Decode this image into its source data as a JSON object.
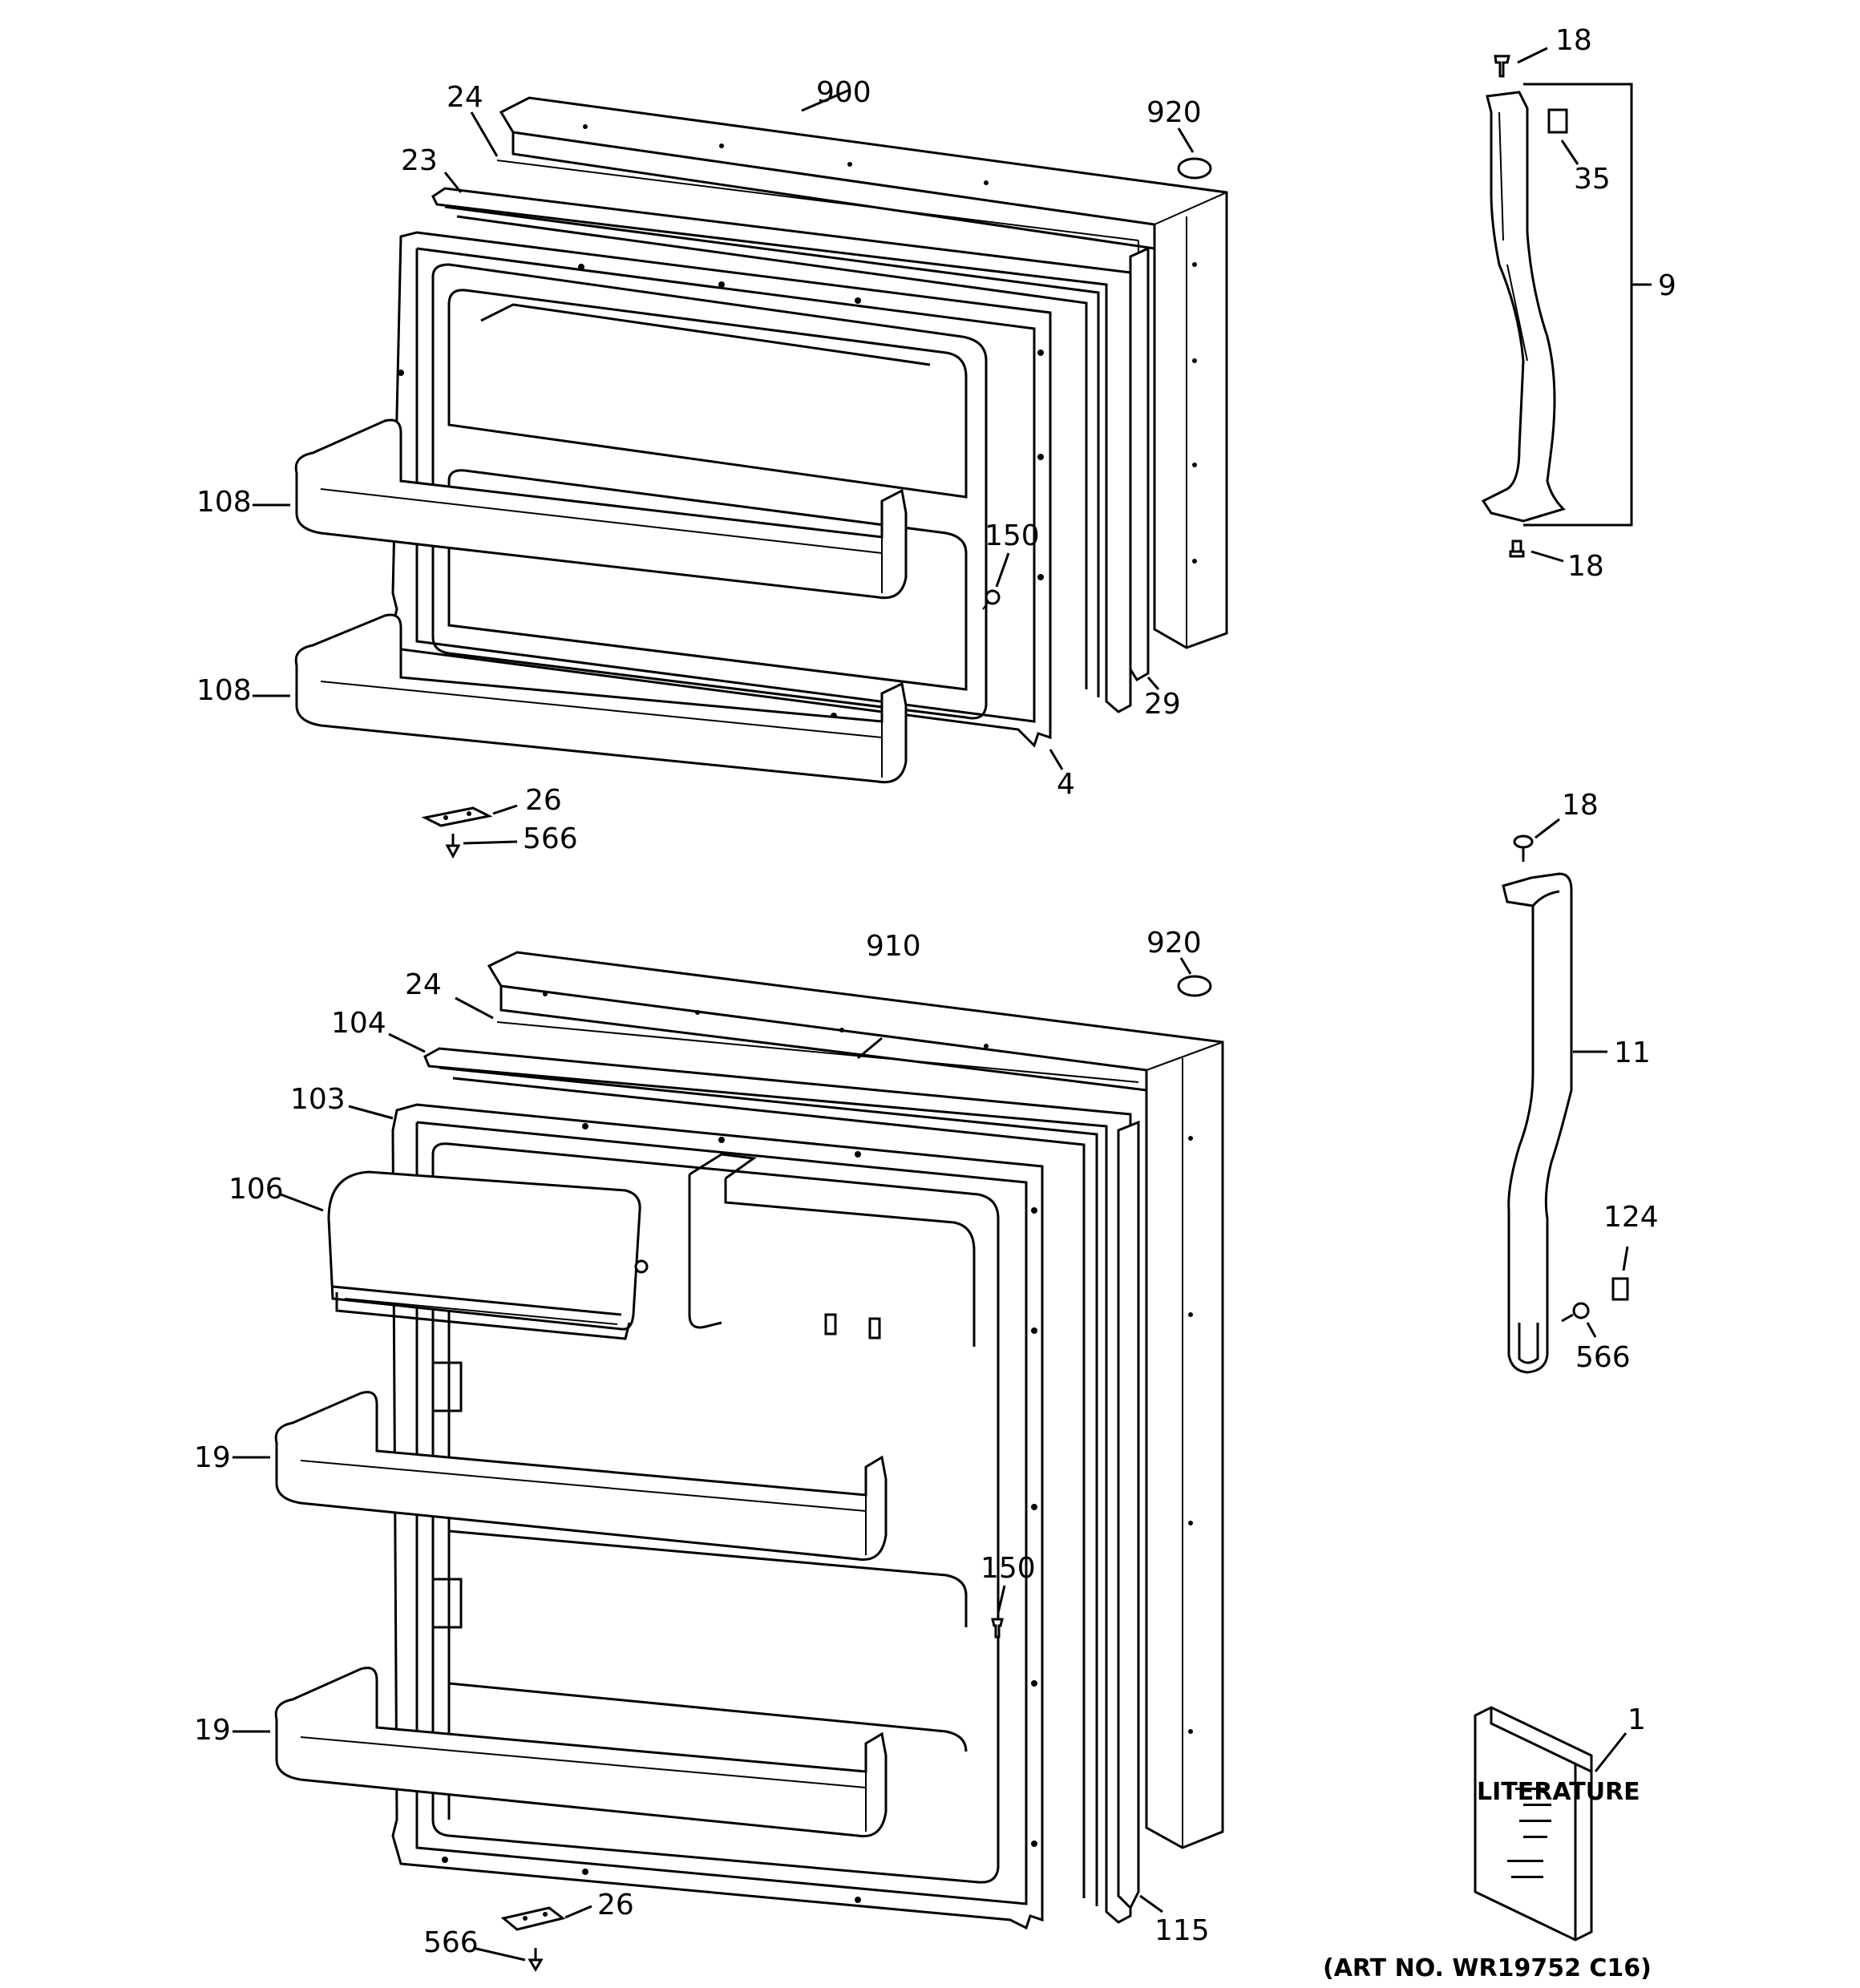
{
  "callouts": {
    "c900": "900",
    "c920_top": "920",
    "c24_top": "24",
    "c23": "23",
    "c108_a": "108",
    "c108_b": "108",
    "c150_top": "150",
    "c29": "29",
    "c4": "4",
    "c26_top": "26",
    "c566_top": "566",
    "c18_a": "18",
    "c35": "35",
    "c9": "9",
    "c18_b": "18",
    "c18_c": "18",
    "c11": "11",
    "c124": "124",
    "c566_side": "566",
    "c910": "910",
    "c920_bot": "920",
    "c24_bot": "24",
    "c104": "104",
    "c103": "103",
    "c106": "106",
    "c19_a": "19",
    "c19_b": "19",
    "c150_bot": "150",
    "c115": "115",
    "c26_bot": "26",
    "c566_bot": "566",
    "c1": "1"
  },
  "captions": {
    "literature": "LITERATURE",
    "art_no": "(ART NO. WR19752 C16)"
  }
}
